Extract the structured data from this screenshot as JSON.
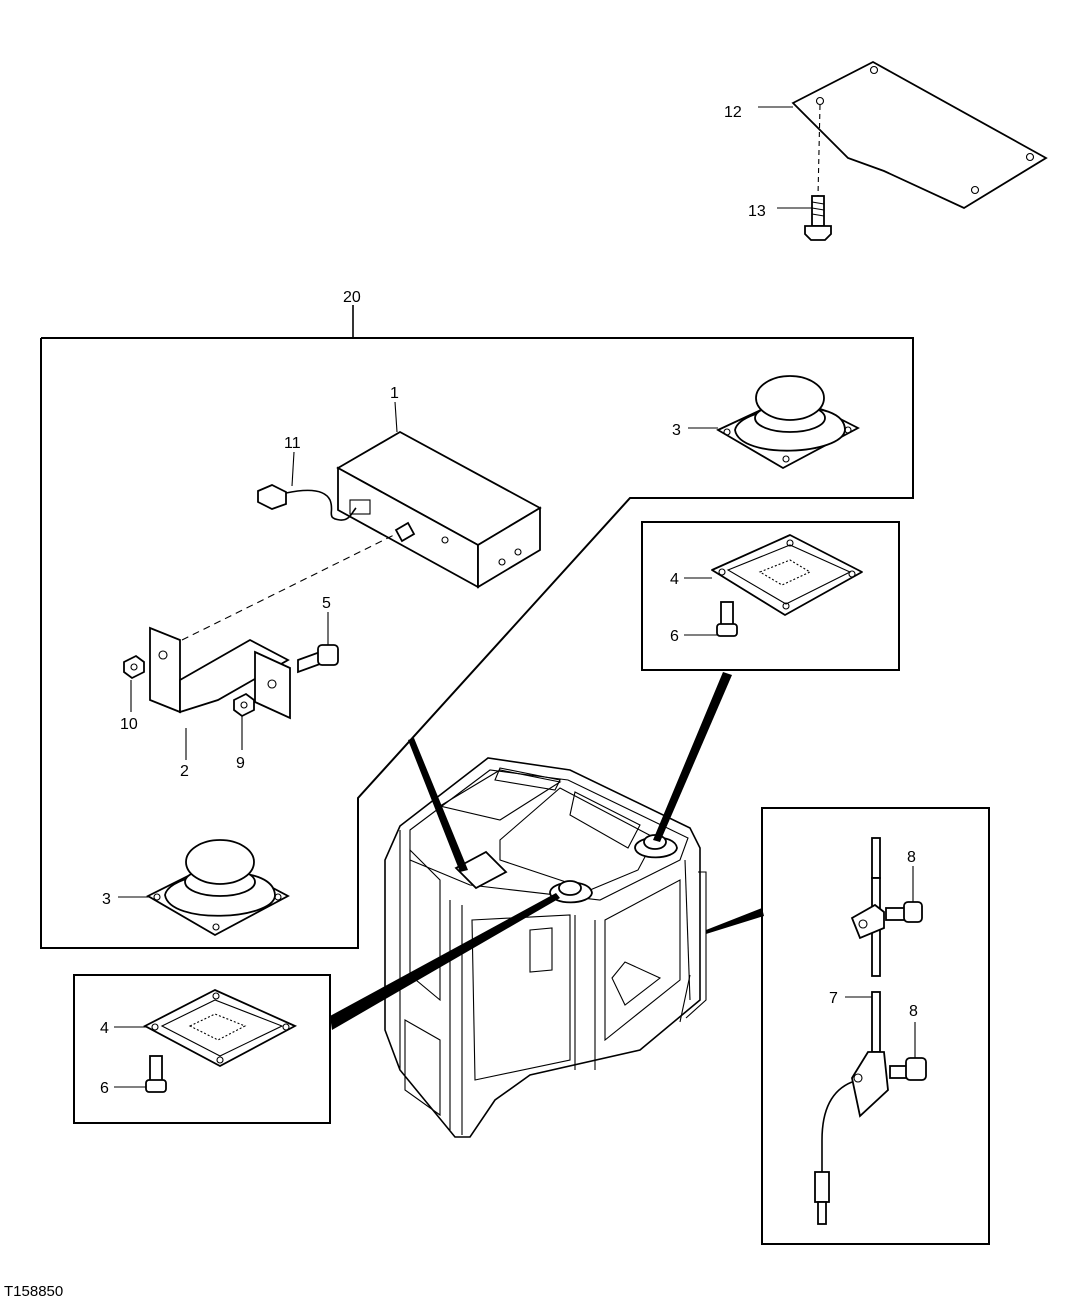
{
  "figure_id": "T158850",
  "callouts": {
    "c1": "1",
    "c2": "2",
    "c3a": "3",
    "c3b": "3",
    "c4a": "4",
    "c4b": "4",
    "c5": "5",
    "c6a": "6",
    "c6b": "6",
    "c7": "7",
    "c8a": "8",
    "c8b": "8",
    "c9": "9",
    "c10": "10",
    "c11": "11",
    "c12": "12",
    "c13": "13",
    "c20": "20"
  }
}
